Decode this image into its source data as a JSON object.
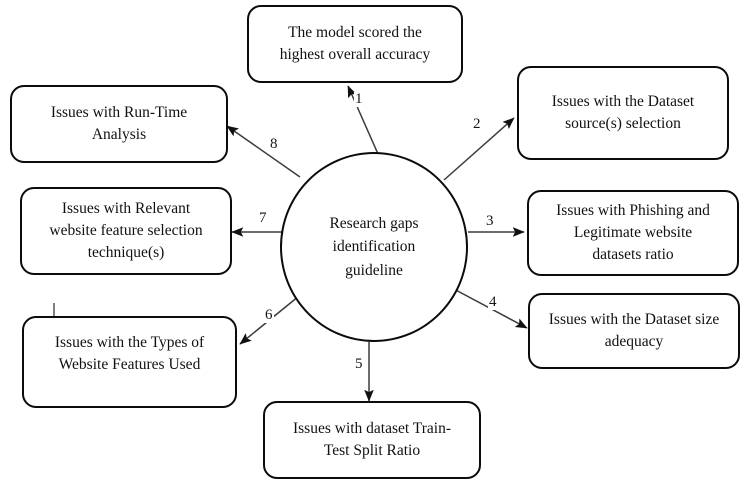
{
  "diagram": {
    "title_node": {
      "id": "center",
      "label": "Research gaps\nidentification\nguideline",
      "shape": "ellipse"
    },
    "nodes": [
      {
        "id": "node-1",
        "number": "1",
        "label": "The model scored the\nhighest overall accuracy",
        "position": "top"
      },
      {
        "id": "node-2",
        "number": "2",
        "label": "Issues with the Dataset\nsource(s) selection",
        "position": "top-right"
      },
      {
        "id": "node-3",
        "number": "3",
        "label": "Issues with Phishing and\nLegitimate website\ndatasets ratio",
        "position": "right"
      },
      {
        "id": "node-4",
        "number": "4",
        "label": "Issues with the Dataset size\nadequacy",
        "position": "bottom-right"
      },
      {
        "id": "node-5",
        "number": "5",
        "label": "Issues with dataset Train-\nTest Split Ratio",
        "position": "bottom"
      },
      {
        "id": "node-6",
        "number": "6",
        "label": "Issues with the Types of\nWebsite Features Used",
        "position": "bottom-left"
      },
      {
        "id": "node-7",
        "number": "7",
        "label": "Issues with Relevant\nwebsite feature selection\ntechnique(s)",
        "position": "left"
      },
      {
        "id": "node-8",
        "number": "8",
        "label": "Issues with Run-Time\nAnalysis",
        "position": "top-left"
      }
    ],
    "colors": {
      "stroke": "#0b0b0b",
      "edge": "#3b3b3b",
      "background": "#ffffff",
      "text": "#111111"
    }
  }
}
